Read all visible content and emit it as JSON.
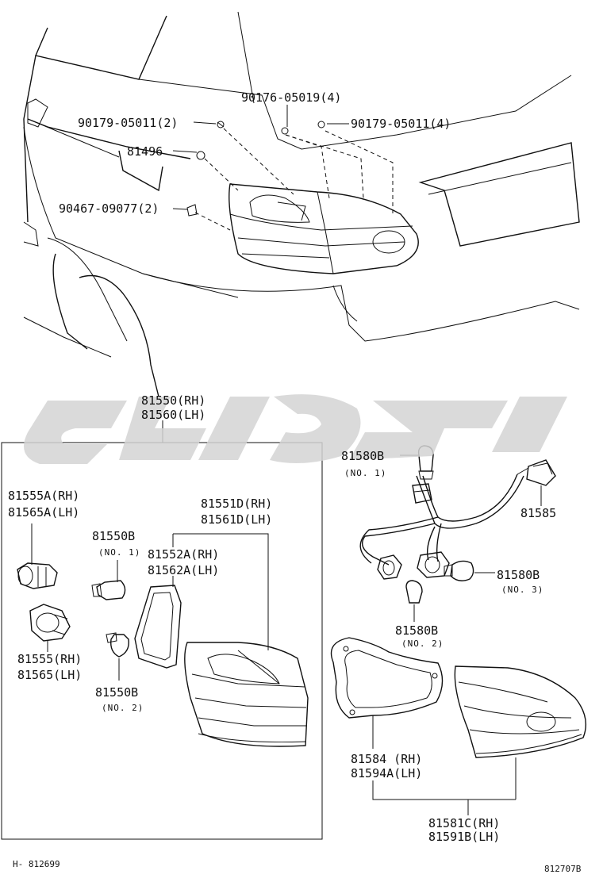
{
  "labels": {
    "p1": "90176-05019(4)",
    "p2": "90179-05011(2)",
    "p3": "90179-05011(4)",
    "p4": "81496",
    "p5": "90467-09077(2)",
    "p6a": "81550(RH)",
    "p6b": "81560(LH)",
    "p7a": "81555A(RH)",
    "p7b": "81565A(LH)",
    "p8": "81550B",
    "p8n": "(NO. 1)",
    "p9a": "81551D(RH)",
    "p9b": "81561D(LH)",
    "p10a": "81552A(RH)",
    "p10b": "81562A(LH)",
    "p11a": "81555(RH)",
    "p11b": "81565(LH)",
    "p12": "81550B",
    "p12n": "(NO. 2)",
    "p13": "81580B",
    "p13n": "(NO. 1)",
    "p14": "81585",
    "p15": "81580B",
    "p15n": "(NO. 3)",
    "p16": "81580B",
    "p16n": "(NO. 2)",
    "p17a": "81584 (RH)",
    "p17b": "81594A(LH)",
    "p18a": "81581C(RH)",
    "p18b": "81591B(LH)"
  },
  "footer": {
    "left_code": "H- 812699",
    "right_code": "812707B"
  }
}
